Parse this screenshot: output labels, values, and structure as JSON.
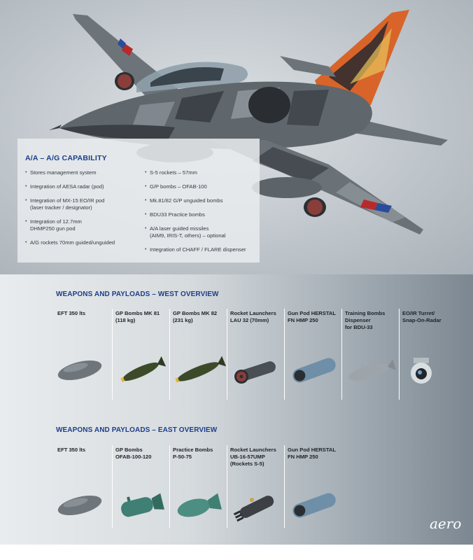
{
  "capability": {
    "title": "A/A – A/G CAPABILITY",
    "left_items": [
      "Stores management system",
      "Integration of AESA radar (pod)",
      "Integration of MX-15 EO/IR pod\n(laser tracker / designator)",
      "Integration of 12.7mm\nDHMP250 gun pod",
      "A/G rockets 70mm guided/unguided"
    ],
    "right_items": [
      "S-5 rockets – 57mm",
      "G/P bombs – OFAB-100",
      "Mk.81/82 G/P unguided bombs",
      "BDU33 Practice bombs",
      "A/A laser guided missiles\n(AIM9, IRIS-T, others) – optional",
      "Integration of CHAFF / FLARE dispenser"
    ]
  },
  "west": {
    "title": "WEAPONS AND PAYLOADS – WEST OVERVIEW",
    "items": [
      {
        "label": "EFT 350 lts",
        "icon": "fuel-tank-icon"
      },
      {
        "label": "GP Bombs MK 81\n(118 kg)",
        "icon": "bomb-mk81-icon"
      },
      {
        "label": "GP Bombs MK 82\n(231 kg)",
        "icon": "bomb-mk82-icon"
      },
      {
        "label": "Rocket Launchers\nLAU 32 (70mm)",
        "icon": "rocket-launcher-icon"
      },
      {
        "label": "Gun Pod HERSTAL\nFN HMP 250",
        "icon": "gun-pod-icon"
      },
      {
        "label": "Training Bombs\nDispenser\nfor BDU-33",
        "icon": "training-dispenser-icon"
      },
      {
        "label": "EO/IR Turret/\nSnap-On-Radar",
        "icon": "eo-ir-turret-icon"
      }
    ]
  },
  "east": {
    "title": "WEAPONS AND PAYLOADS – EAST OVERVIEW",
    "items": [
      {
        "label": "EFT 350 lts",
        "icon": "fuel-tank-icon"
      },
      {
        "label": "GP Bombs\nOFAB-100-120",
        "icon": "bomb-ofab-icon"
      },
      {
        "label": "Practice Bombs\nP-50-75",
        "icon": "practice-bomb-icon"
      },
      {
        "label": "Rocket Launchers\nUB-16-57UMP\n(Rockets S-5)",
        "icon": "rocket-launcher-ub16-icon"
      },
      {
        "label": "Gun Pod HERSTAL\nFN HMP 250",
        "icon": "gun-pod-icon"
      }
    ]
  },
  "logo": {
    "text": "aero"
  },
  "colors": {
    "accent": "#1d3d8a",
    "jet_gray": "#5f666c",
    "jet_dark": "#2e3338",
    "tail_orange": "#d8642a"
  }
}
